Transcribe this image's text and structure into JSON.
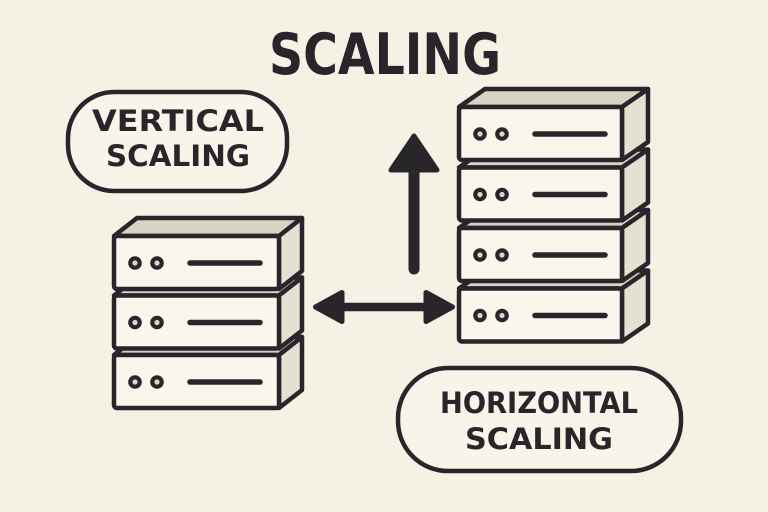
{
  "title": "SCALING",
  "bubbles": {
    "vertical": {
      "line1": "VERTICAL",
      "line2": "SCALING"
    },
    "horizontal": {
      "line1": "HORIZONTAL",
      "line2": "SCALING"
    }
  },
  "icons": {
    "up_arrow": "up-arrow",
    "horizontal_arrow": "left-right-arrow"
  },
  "stacks": {
    "left": {
      "name": "vertical-scaling-server-stack",
      "server_count": 3
    },
    "right": {
      "name": "horizontal-scaling-server-stack",
      "server_count": 4
    }
  },
  "colors": {
    "background": "#f5f1e5",
    "background_light": "#f8f4e9",
    "ink": "#28252b",
    "server_face": "#f9f6eb",
    "server_top": "#d7d3c5",
    "server_side": "#e4e0d2",
    "led_fill": "#d9d5c8"
  }
}
